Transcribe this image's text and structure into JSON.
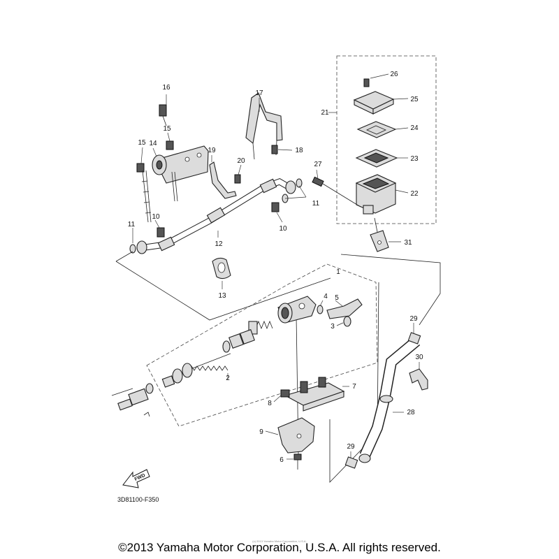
{
  "diagram_code": "3D81100-F350",
  "copyright": "©2013 Yamaha Motor Corporation, U.S.A. All rights reserved.",
  "watermark": "(c) 2013 Yamaha Motor Corporation, U.S.A.",
  "fwd_label": "FWD",
  "callouts": {
    "c1": "1",
    "c2": "2",
    "c3": "3",
    "c4": "4",
    "c5": "5",
    "c6": "6",
    "c7": "7",
    "c8": "8",
    "c9": "9",
    "c10a": "10",
    "c10b": "10",
    "c11a": "11",
    "c11b": "11",
    "c12": "12",
    "c13": "13",
    "c14": "14",
    "c15a": "15",
    "c15b": "15",
    "c16": "16",
    "c17": "17",
    "c18": "18",
    "c19": "19",
    "c20": "20",
    "c21": "21",
    "c22": "22",
    "c23": "23",
    "c24": "24",
    "c25": "25",
    "c26": "26",
    "c27": "27",
    "c28": "28",
    "c29a": "29",
    "c29b": "29",
    "c30": "30",
    "c31": "31"
  }
}
